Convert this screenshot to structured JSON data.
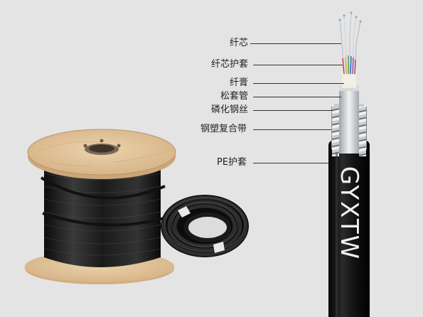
{
  "cable": {
    "model": "GYXTW",
    "layers": [
      {
        "id": "fiber",
        "label": "纤芯"
      },
      {
        "id": "fiber-coating",
        "label": "纤芯护套"
      },
      {
        "id": "fiber-paste",
        "label": "纤膏"
      },
      {
        "id": "loose-tube",
        "label": "松套管"
      },
      {
        "id": "steel-wire",
        "label": "磷化钢丝"
      },
      {
        "id": "steel-tape",
        "label": "钢塑复合带"
      },
      {
        "id": "pe-sheath",
        "label": "PE护套"
      }
    ]
  },
  "colors": {
    "background": "#e4e4e4",
    "sheath": "#141414",
    "wood": "#e0c29a",
    "steel": "#b9bcc0",
    "leader_line": "#333333"
  }
}
